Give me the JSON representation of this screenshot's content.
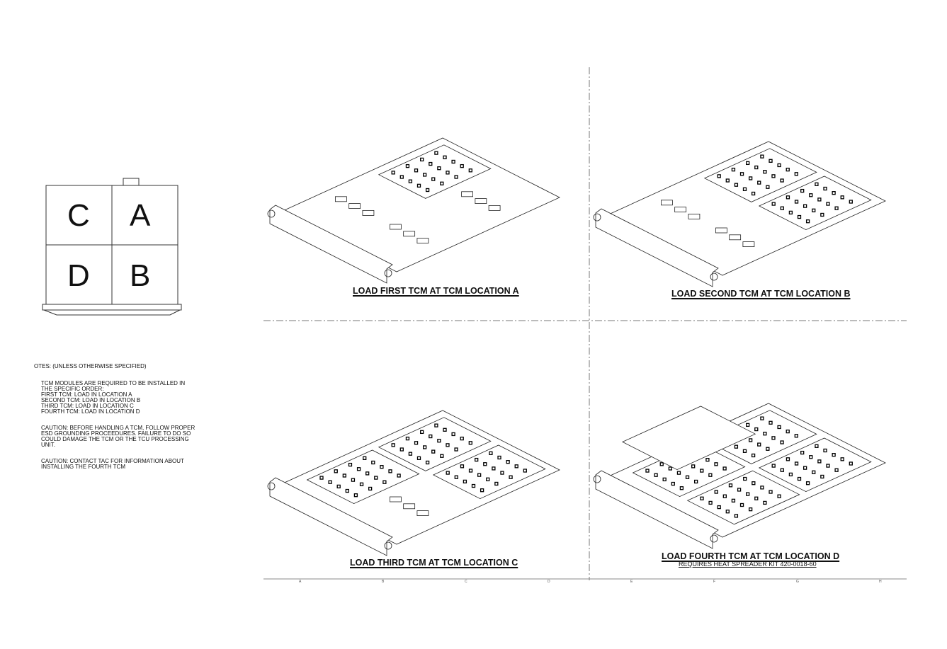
{
  "layout_map": {
    "labels": [
      "C",
      "A",
      "D",
      "B"
    ]
  },
  "notes": {
    "header": "OTES: (UNLESS OTHERWISE SPECIFIED)",
    "order": "TCM MODULES ARE REQUIRED TO BE INSTALLED IN\nTHE SPECIFIC ORDER:\nFIRST TCM: LOAD IN LOCATION A\nSECOND TCM: LOAD IN LOCATION B\nTHIRD TCM: LOAD IN LOCATION C\nFOURTH TCM: LOAD IN LOCATION D",
    "caution1": "CAUTION: BEFORE HANDLING A TCM, FOLLOW PROPER\nESD GROUNDING PROCEEDURES. FAILURE TO DO SO\nCOULD DAMAGE THE TCM OR THE TCU PROCESSING\nUNIT.",
    "caution2": "CAUTION: CONTACT TAC FOR INFORMATION ABOUT\nINSTALLING THE FOURTH TCM"
  },
  "views": [
    {
      "title": "LOAD FIRST TCM AT TCM LOCATION A",
      "modules": 1
    },
    {
      "title": "LOAD SECOND TCM AT TCM LOCATION B",
      "modules": 2
    },
    {
      "title": "LOAD THIRD TCM AT TCM LOCATION C",
      "modules": 3
    },
    {
      "title": "LOAD FOURTH TCM AT TCM LOCATION D",
      "subtitle": "REQUIRES HEAT SPREADER KIT 420-0018-60",
      "modules": 4
    }
  ],
  "ruler": [
    "A",
    "B",
    "C",
    "D",
    "E",
    "F",
    "G",
    "H"
  ]
}
